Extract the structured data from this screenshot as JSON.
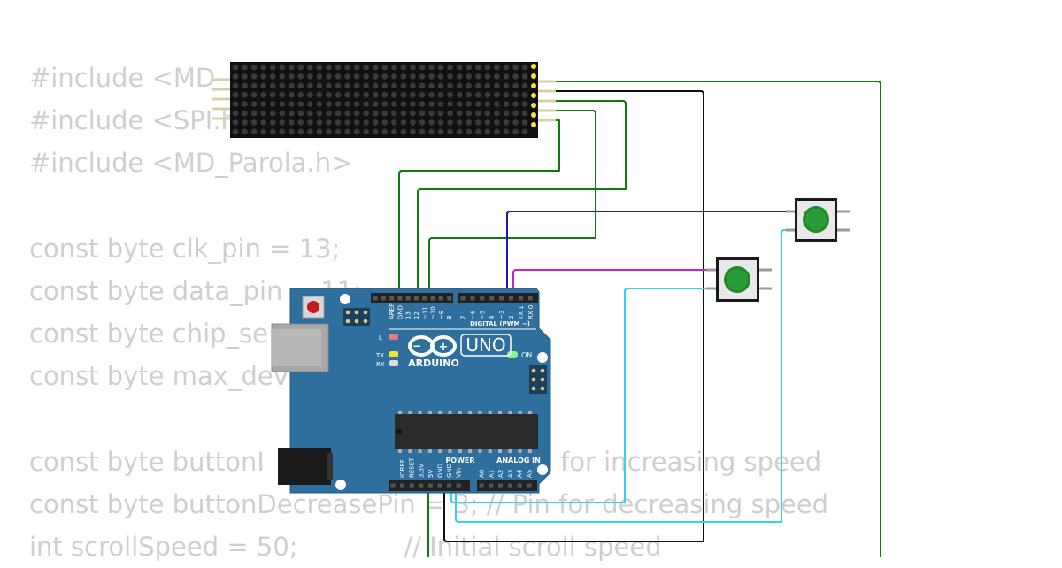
{
  "code_lines": [
    "#include <MD",
    "#include <SPI.h",
    "#include <MD_Parola.h>",
    "",
    "const byte clk_pin = 13;",
    "const byte data_pin = 11;",
    "const byte chip_se",
    "const byte max_dev",
    "",
    "const byte buttonI",
    "const byte buttonDecreasePin = 3; // Pin for decreasing speed",
    "int scrollSpeed = 50;             // Initial scroll speed"
  ],
  "code_fragments": {
    "line10_tail": "for increasing speed"
  },
  "board": {
    "brand": "ARDUINO",
    "model": "UNO",
    "digital_label": "DIGITAL (PWM ~)",
    "power_label": "POWER",
    "analog_label": "ANALOG IN",
    "on_label": "ON",
    "l_label": "L",
    "tx_label": "TX",
    "rx_label": "RX",
    "top_pins": [
      "AREF",
      "GND",
      "13",
      "12",
      "~11",
      "~10",
      "~9",
      "8",
      "7",
      "~6",
      "~5",
      "4",
      "~3",
      "2",
      "TX 1",
      "RX 0"
    ],
    "power_pins": [
      "IOREF",
      "RESET",
      "3.3V",
      "5V",
      "GND",
      "GND",
      "Vin"
    ],
    "analog_pins": [
      "A0",
      "A1",
      "A2",
      "A3",
      "A4",
      "A5"
    ]
  },
  "colors": {
    "code_text": "#cfcfcf",
    "board_blue": "#2e6f9e",
    "wire_green": "#0f7a0f",
    "wire_black": "#111111",
    "wire_blue": "#1d1d9e",
    "wire_magenta": "#cc22cc",
    "wire_cyan": "#35d4e8",
    "button_green": "#1e8a2a",
    "matrix_dot": "#3a3a3a",
    "matrix_pin": "#f5e43a"
  }
}
